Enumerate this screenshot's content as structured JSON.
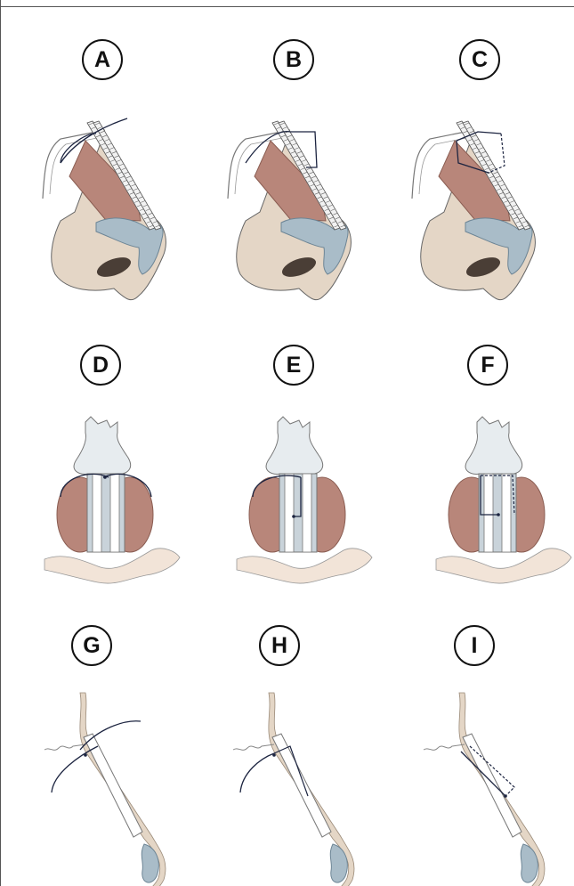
{
  "figure": {
    "panels": [
      {
        "id": "A",
        "label": "A",
        "view": "lateral-nose",
        "suture": "crossing"
      },
      {
        "id": "B",
        "label": "B",
        "view": "lateral-nose",
        "suture": "tied"
      },
      {
        "id": "C",
        "label": "C",
        "view": "lateral-nose",
        "suture": "dotted"
      },
      {
        "id": "D",
        "label": "D",
        "view": "frontal-septum",
        "suture": "crossing"
      },
      {
        "id": "E",
        "label": "E",
        "view": "frontal-septum",
        "suture": "tied"
      },
      {
        "id": "F",
        "label": "F",
        "view": "frontal-septum",
        "suture": "dotted"
      },
      {
        "id": "G",
        "label": "G",
        "view": "profile-section",
        "suture": "crossing"
      },
      {
        "id": "H",
        "label": "H",
        "view": "profile-section",
        "suture": "tied"
      },
      {
        "id": "I",
        "label": "I",
        "view": "profile-section",
        "suture": "dotted"
      }
    ],
    "colors": {
      "skin": "#e4d6c6",
      "muscle": "#b8867a",
      "cartilage": "#a9bcc8",
      "suture": "#1c2440",
      "outline": "#666666"
    }
  }
}
